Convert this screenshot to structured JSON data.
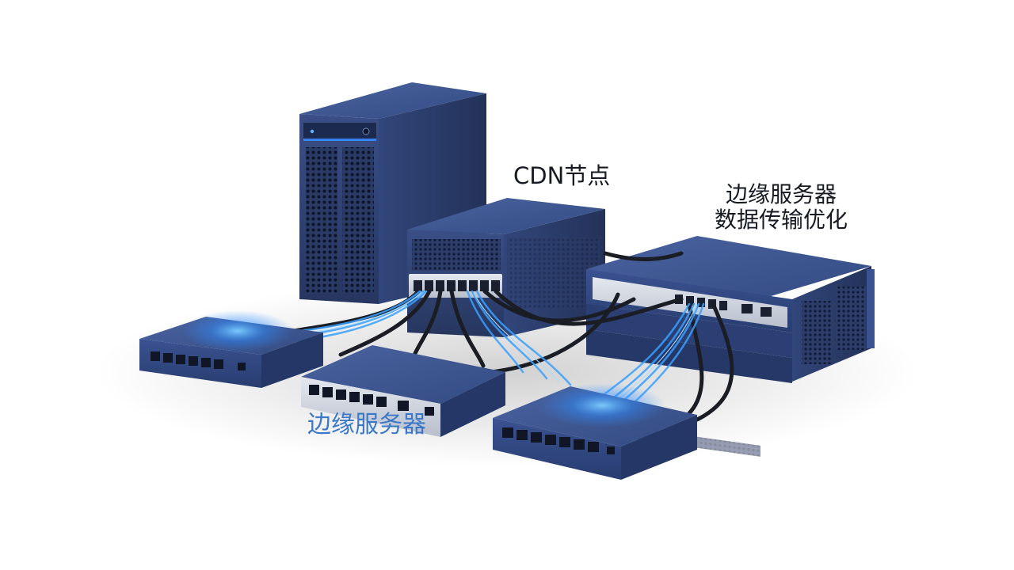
{
  "labels": {
    "cdn_node": "CDN节点",
    "edge_server_line1": "边缘服务器",
    "edge_server_line2": "数据传输优化",
    "edge_server_blue": "边缘服务器"
  },
  "colors": {
    "background": "#ffffff",
    "device_body": "#2d4272",
    "device_dark": "#1f2f56",
    "device_light": "#3c5590",
    "port_panel": "#c9ced9",
    "glow": "#3aa0ff",
    "cable": "#1a1d24",
    "label_dark": "#161a22",
    "label_blue": "#3b78c8"
  }
}
